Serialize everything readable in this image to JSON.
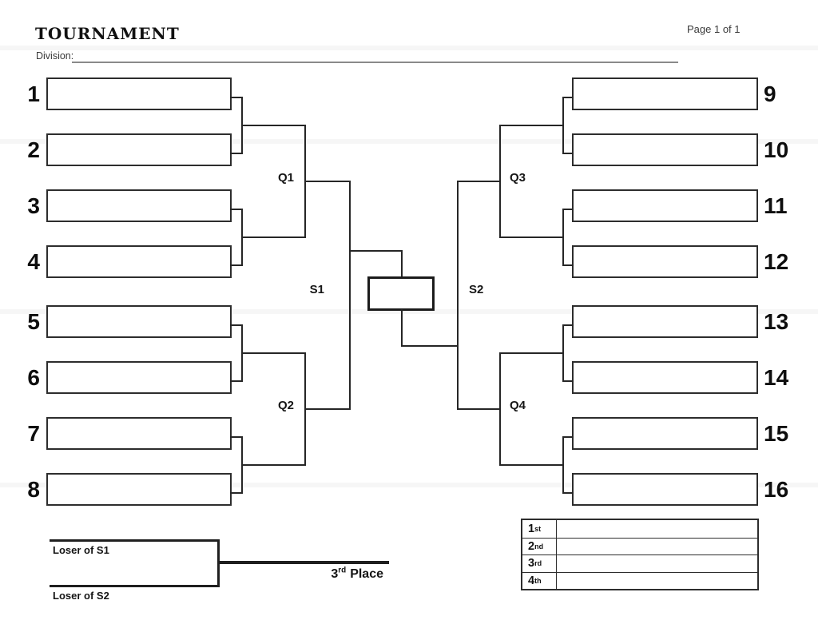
{
  "header": {
    "title": "TOURNAMENT",
    "page_indicator": "Page 1 of 1",
    "division_label": "Division:",
    "division_value": ""
  },
  "bracket": {
    "seeds_left": [
      "1",
      "2",
      "3",
      "4",
      "5",
      "6",
      "7",
      "8"
    ],
    "seeds_right": [
      "9",
      "10",
      "11",
      "12",
      "13",
      "14",
      "15",
      "16"
    ],
    "rounds": {
      "q1": "Q1",
      "q2": "Q2",
      "q3": "Q3",
      "q4": "Q4",
      "s1": "S1",
      "s2": "S2"
    }
  },
  "consolation": {
    "top_label": "Loser of S1",
    "bottom_label": "Loser of S2",
    "place": {
      "num": "3",
      "suffix": "rd",
      "text": "Place"
    }
  },
  "standings": {
    "rows": [
      {
        "num": "1",
        "suffix": "st",
        "value": ""
      },
      {
        "num": "2",
        "suffix": "nd",
        "value": ""
      },
      {
        "num": "3",
        "suffix": "rd",
        "value": ""
      },
      {
        "num": "4",
        "suffix": "th",
        "value": ""
      }
    ]
  },
  "colors": {
    "line": "#262626",
    "ink": "#111111"
  }
}
